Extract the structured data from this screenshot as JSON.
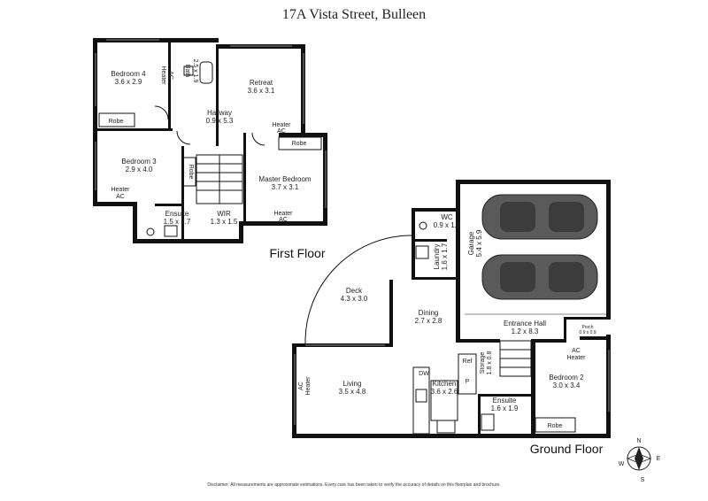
{
  "title": "17A Vista Street, Bulleen",
  "disclaimer": "Disclaimer: All measurements are approximate estimations. Every care has been taken to verify the accuracy of details on this floorplan and brochure.",
  "floors": {
    "first": "First Floor",
    "ground": "Ground Floor"
  },
  "rooms": {
    "bedroom4": {
      "name": "Bedroom 4",
      "dims": "3.6 x 2.9"
    },
    "bath": {
      "name": "Bath",
      "dims": "2.5 x 1.9"
    },
    "retreat": {
      "name": "Retreat",
      "dims": "3.6 x 3.1"
    },
    "hallway": {
      "name": "Hallway",
      "dims": "0.9 x 5.3"
    },
    "bedroom3": {
      "name": "Bedroom 3",
      "dims": "2.9 x 4.0"
    },
    "master": {
      "name": "Master Bedroom",
      "dims": "3.7 x 3.1"
    },
    "ensuite_first": {
      "name": "Ensuite",
      "dims": "1.5 x 2.7"
    },
    "wir": {
      "name": "WIR",
      "dims": "1.3 x 1.5"
    },
    "wc": {
      "name": "WC",
      "dims": "0.9 x 1.7"
    },
    "laundry": {
      "name": "Laundry",
      "dims": "1.6 x 1.7"
    },
    "garage": {
      "name": "Garage",
      "dims": "5.4 x 5.9"
    },
    "deck": {
      "name": "Deck",
      "dims": "4.3 x 3.0"
    },
    "dining": {
      "name": "Dining",
      "dims": "2.7 x 2.8"
    },
    "entrance": {
      "name": "Entrance Hall",
      "dims": "1.2 x 8.3"
    },
    "porch": {
      "name": "Porch",
      "dims": "0.9 x 0.9"
    },
    "storage": {
      "name": "Storage",
      "dims": "1.8 x 0.8"
    },
    "living": {
      "name": "Living",
      "dims": "3.5 x 4.8"
    },
    "kitchen": {
      "name": "Kitchen",
      "dims": "3.6 x 2.6"
    },
    "bedroom2": {
      "name": "Bedroom 2",
      "dims": "3.0 x 3.4"
    },
    "ensuite_ground": {
      "name": "Ensuite",
      "dims": "1.6 x 1.9"
    }
  },
  "fixtures": {
    "robe": "Robe",
    "heater_ac_a": "Heater",
    "heater_ac_b": "AC",
    "dw": "DW",
    "ref": "Ref",
    "pantry": "P"
  },
  "compass": {
    "n": "N",
    "s": "S",
    "e": "E",
    "w": "W"
  }
}
